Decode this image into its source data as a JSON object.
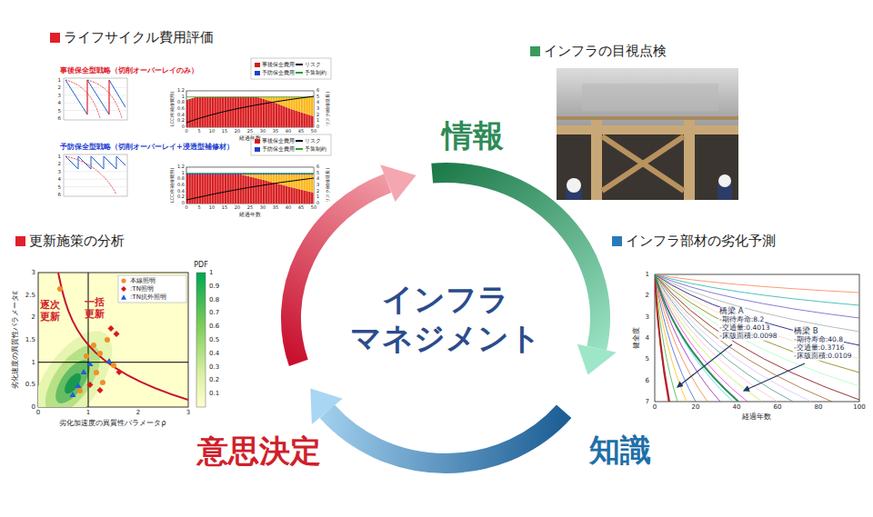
{
  "diagram": {
    "labels": [
      "ライフサイクル費用評価",
      "事後保全型戦略（切削オーバーレイのみ）",
      "1",
      "2",
      "3",
      "4",
      "5",
      "6",
      "0",
      "0.2",
      "0.4",
      "0.6",
      "0.8",
      "1",
      "1.2",
      "0",
      "5",
      "10",
      "15",
      "20",
      "25",
      "30",
      "35",
      "40",
      "45",
      "50",
      "0",
      "1",
      "2",
      "3",
      "4",
      "5",
      "6",
      "LCC(年補修費用)",
      "経過年数",
      "リスク(補修延長)",
      "予防保全型戦略（切削オーバーレイ+浸透型補修材）",
      "1",
      "2",
      "3",
      "4",
      "5",
      "6",
      "0",
      "0.2",
      "0.4",
      "0.6",
      "0.8",
      "1",
      "1.2",
      "0",
      "5",
      "10",
      "15",
      "20",
      "25",
      "30",
      "35",
      "40",
      "45",
      "50",
      "0",
      "1",
      "2",
      "3",
      "4",
      "5",
      "6",
      "LCC(年補修費用)",
      "経過年数",
      "リスク(補修延長)",
      "インフラの目視点検",
      "インフラ部材の劣化予測",
      "1",
      "2",
      "3",
      "4",
      "5",
      "6",
      "7",
      "0",
      "20",
      "40",
      "60",
      "80",
      "100",
      "健全度",
      "経過年数",
      "橋梁 A",
      "-期待寿命:8.2",
      "-交通量:0.4013",
      "-床版面積:0.0098",
      "橋梁 B",
      "-期待寿命:40.8",
      "-交通量:0.3716",
      "-床版面積:0.0109",
      "更新施策の分析",
      "PDF",
      "1",
      "0.9",
      "0.8",
      "0.7",
      "0.6",
      "0.5",
      "0.4",
      "0.3",
      "0.2",
      "0.1",
      "0",
      "0.5",
      "1",
      "1.5",
      "2",
      "2.5",
      "3",
      "0",
      "1",
      "2",
      "3",
      "劣化速度の異質性パラメータε",
      "劣化加速度の異質性パラメータρ",
      "逐次更新",
      "一括更新",
      "インフラ マネジメント",
      "情報",
      "知識",
      "意思決定"
    ],
    "legend": [
      {
        "text": "事後保全費用",
        "color": "#d7191c"
      },
      {
        "text": "リスク"
      },
      {
        "text": "予防保全費用",
        "color": "#1f3fd0"
      },
      {
        "text": "予算制約"
      },
      {
        "text": "事後保全費用",
        "color": "#d7191c"
      },
      {
        "text": "リスク"
      },
      {
        "text": "予防保全費用",
        "color": "#1f3fd0"
      },
      {
        "text": "予算制約"
      },
      {
        "text": "本線照明"
      },
      {
        "text": ":TN照明"
      },
      {
        "text": ":TN抗外照明"
      }
    ]
  }
}
